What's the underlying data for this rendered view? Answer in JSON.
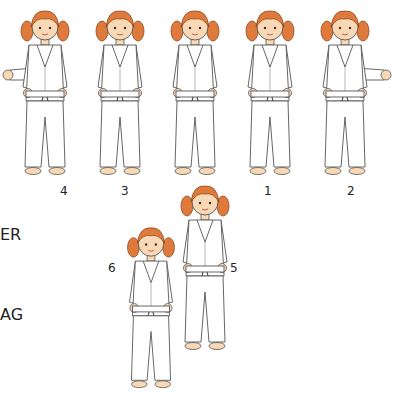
{
  "diagram": {
    "labels": [
      "4",
      "3",
      "1",
      "2",
      "ER",
      "6",
      "5",
      "AG"
    ]
  }
}
